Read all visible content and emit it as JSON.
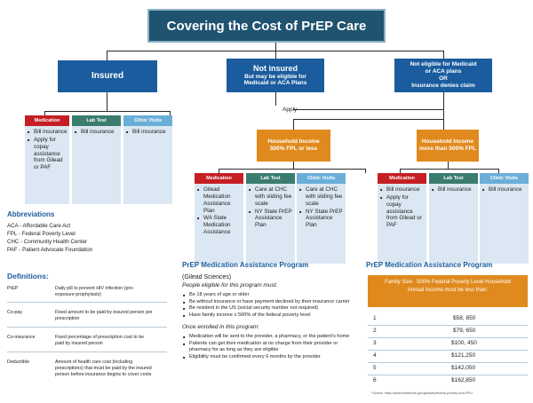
{
  "title": "Covering the Cost of PrEP Care",
  "top_boxes": {
    "insured": "Insured",
    "not_insured_title": "Not insured",
    "not_insured_sub": "But may be eligible for Medicaid or ACA Plans",
    "not_eligible_line1": "Not eligible for Medicaid",
    "not_eligible_line2": "or ACA plans",
    "not_eligible_line3": "OR",
    "not_eligible_line4": "Insurance denies claim"
  },
  "apply_label": "Apply",
  "tabs": {
    "medication": "Medication",
    "lab_test": "Lab Test",
    "clinic_visits": "Clinic Visits"
  },
  "insured_cols": {
    "medication": [
      "Bill insurance",
      "Apply for copay assistance from Gilead or PAF"
    ],
    "lab_test": [
      "Bill insurance"
    ],
    "clinic_visits": [
      "Bill insurance"
    ]
  },
  "household_low": {
    "line1": "Household Income",
    "line2": "500% FPL or less"
  },
  "household_high": {
    "line1": "Household Income",
    "line2": "more than 500% FPL"
  },
  "low_cols": {
    "medication": [
      "Gilead Medication Assistance Plan",
      "WA State Medication Assistance"
    ],
    "lab_test": [
      "Care at CHC with sliding fee scale",
      "NY State PrEP Assistance Plan"
    ],
    "clinic_visits": [
      "Care at CHC with sliding fee scale",
      "NY State PrEP Assistance Plan"
    ]
  },
  "high_cols": {
    "medication": [
      "Bill insurance",
      "Apply for copay assistance from Gilead or PAF"
    ],
    "lab_test": [
      "Bill insurance"
    ],
    "clinic_visits": [
      "Bill insurance"
    ]
  },
  "abbreviations": {
    "title": "Abbreviations",
    "items": [
      "ACA - Affordable Care Act",
      "FPL - Federal Poverty Level",
      "CHC - Community Health Center",
      "PAF - Patient Advocate Foundation"
    ]
  },
  "definitions": {
    "title": "Definitions:",
    "items": [
      {
        "term": "PrEP",
        "def": "Daily pill to prevent HIV infection (pre-exposure prophylaxis)"
      },
      {
        "term": "Co-pay",
        "def": "Fixed amount to be paid by insured person per prescription"
      },
      {
        "term": "Co-insurance",
        "def": "Fixed percentage of prescription cost to be paid by insured person"
      },
      {
        "term": "Deductible",
        "def": "Amount of health care cost (including prescriptions) that must be paid by the insured person before insurance begins to cover costs"
      }
    ]
  },
  "pap": {
    "title": "PrEP Medication Assistance Program",
    "sponsor": "(Gilead Sciences)",
    "eligible_intro": "People eligible for this program must:",
    "eligible_items": [
      "Be 18 years of age or older",
      "Be without insurance or have payment declined by their insurance carrier",
      "Be resident in the US (social security number not  required)",
      "Have family income ≤ 500% of the federal poverty level"
    ],
    "enrolled_intro": "Once enrolled in this program:",
    "enrolled_items": [
      "Medication will be sent to the provider, a pharmacy, or the patient's home",
      "Patients can get their medication at no charge from their provider or pharmacy for as long as they are eligible",
      "Eligibility must be confirmed every 6 months by the provider"
    ]
  },
  "fpl_table": {
    "title": "PrEP Medication Assistance Program",
    "header_col1": "Family Size",
    "header_col2": "500% Federal Poverty Level Household",
    "header_col2b": "Annual Income must be less than:",
    "rows": [
      {
        "size": "1",
        "income": "$58, 850"
      },
      {
        "size": "2",
        "income": "$79, 650"
      },
      {
        "size": "3",
        "income": "$100, 450"
      },
      {
        "size": "4",
        "income": "$121,250"
      },
      {
        "size": "5",
        "income": "$142,050"
      },
      {
        "size": "6",
        "income": "$162,850"
      }
    ],
    "source": "*Source: https://www.healthcare.gov/glossary/federal-poverty-level-FPL/"
  }
}
